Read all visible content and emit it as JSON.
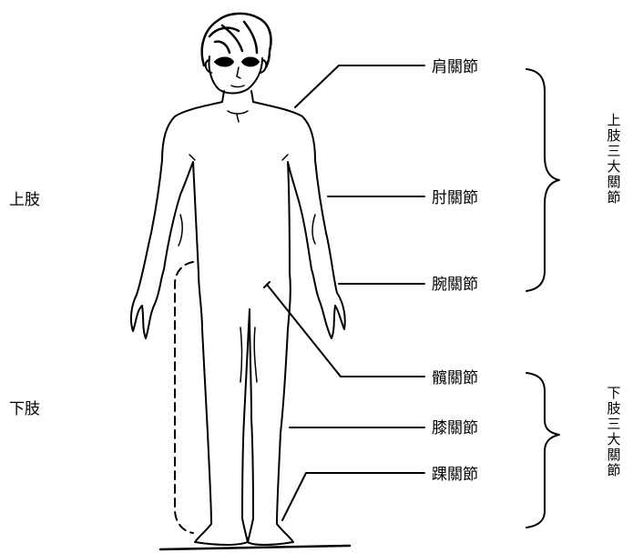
{
  "side_labels": {
    "upper_limb": "上肢",
    "lower_limb": "下肢"
  },
  "joints": {
    "shoulder": "肩關節",
    "elbow": "肘關節",
    "wrist": "腕關節",
    "hip": "髖關節",
    "knee": "膝關節",
    "ankle": "踝關節"
  },
  "groups": {
    "upper": [
      "上",
      "肢",
      "三",
      "大",
      "關",
      "節"
    ],
    "lower": [
      "下",
      "肢",
      "三",
      "大",
      "關",
      "節"
    ]
  },
  "line_color": "#000000"
}
